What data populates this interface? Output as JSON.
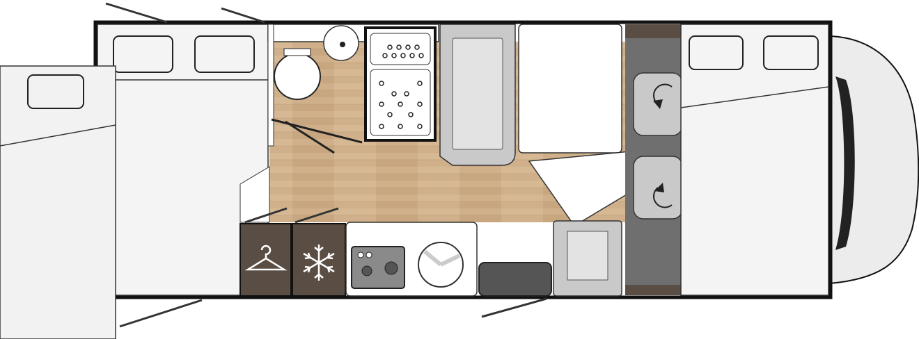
{
  "plan": {
    "colors": {
      "outline": "#111111",
      "bed": "#f4f4f4",
      "floor_wood": "#cfb08a",
      "cab_floor": "#6f6f6f",
      "cabinet_dark": "#5a4d44",
      "seat_grey": "#c9c9c9",
      "counter": "#ffffff"
    },
    "icons": [
      "hanger-icon",
      "snowflake-icon",
      "swivel-arrow-icon"
    ],
    "rooms": [
      "rear-bed",
      "pull-out-bed",
      "bathroom",
      "shower",
      "wardrobe",
      "fridge",
      "kitchen",
      "dinette",
      "cab",
      "cab-bed"
    ]
  }
}
